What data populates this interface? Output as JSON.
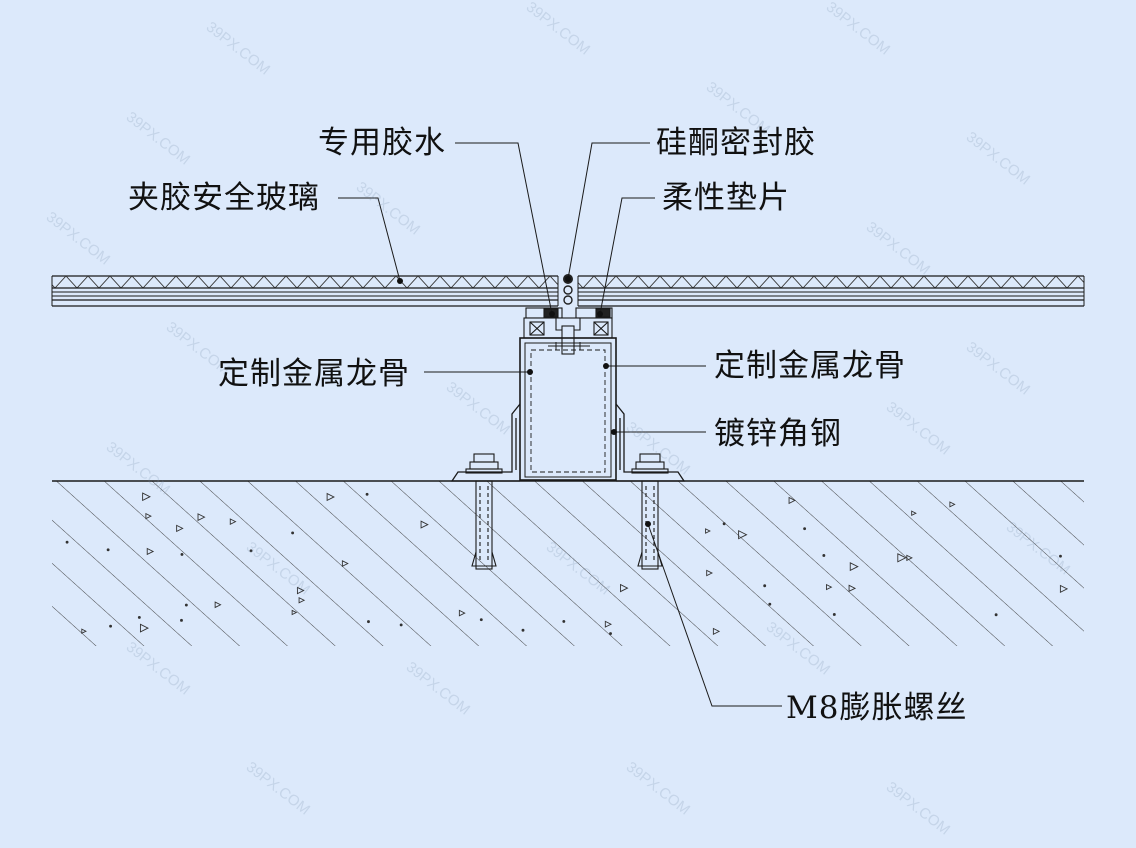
{
  "labels": {
    "glue": "专用胶水",
    "silicone_sealant": "硅酮密封胶",
    "laminated_glass": "夹胶安全玻璃",
    "flexible_gasket": "柔性垫片",
    "metal_keel_left": "定制金属龙骨",
    "metal_keel_right": "定制金属龙骨",
    "galvanized_angle": "镀锌角钢",
    "expansion_bolt": "M8膨胀螺丝"
  },
  "watermark": "39PX.COM",
  "colors": {
    "background": "#dce9fb",
    "line": "#1a1a1a",
    "dark_fill": "#222222"
  }
}
